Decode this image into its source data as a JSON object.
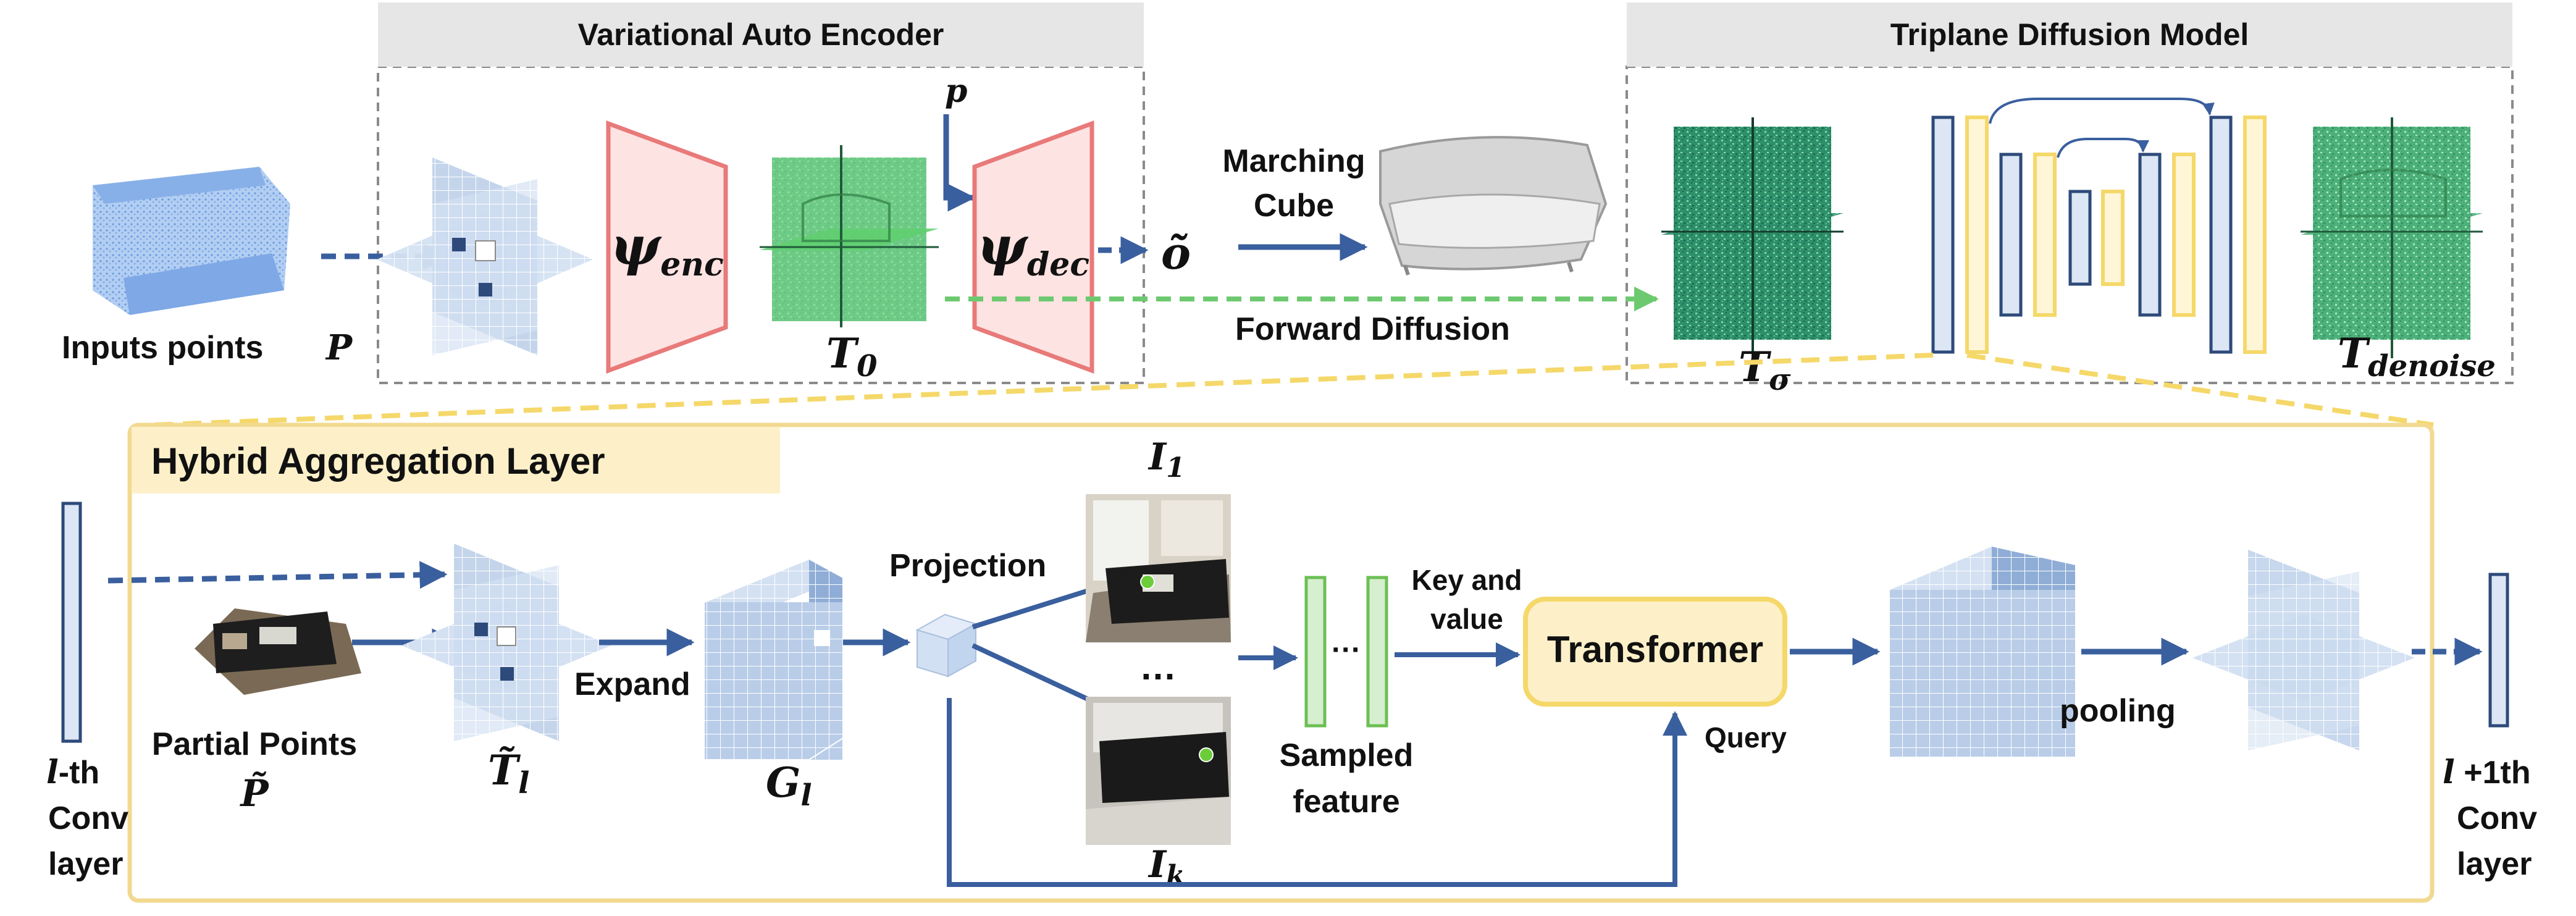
{
  "vae": {
    "title": "Variational Auto Encoder",
    "enc_symbol": "ψ",
    "enc_sub": "enc",
    "dec_symbol": "ψ",
    "dec_sub": "dec",
    "query_point": "p",
    "latent_symbol": "T",
    "latent_sub": "0",
    "output_symbol": "õ"
  },
  "input": {
    "label": "Inputs points",
    "symbol": "P"
  },
  "marching": {
    "line1": "Marching",
    "line2": "Cube"
  },
  "forward_diffusion": "Forward Diffusion",
  "tdm": {
    "title": "Triplane Diffusion Model",
    "noisy_symbol": "T",
    "noisy_sub": "σ",
    "denoise_symbol": "T",
    "denoise_sub": "denoise"
  },
  "hal": {
    "title": "Hybrid Aggregation Layer",
    "conv_in": {
      "line1_symbol": "l",
      "line1_text": "-th",
      "line2": "Conv",
      "line3": "layer"
    },
    "conv_out": {
      "line1_symbol": "l",
      "line1_text": " +1th",
      "line2": "Conv",
      "line3": "layer"
    },
    "partial_label": "Partial Points",
    "partial_symbol": "P̃",
    "triplane_symbol": "T̃",
    "triplane_sub": "l",
    "expand": "Expand",
    "grid_symbol": "G",
    "grid_sub": "l",
    "projection": "Projection",
    "image_first_symbol": "I",
    "image_first_sub": "1",
    "image_last_symbol": "I",
    "image_last_sub": "k",
    "ellipsis": "…",
    "sampled_line1": "Sampled",
    "sampled_line2": "feature",
    "feature_ellipsis": "···",
    "keyvalue_line1": "Key and",
    "keyvalue_line2": "value",
    "transformer": "Transformer",
    "query": "Query",
    "pooling": "pooling"
  },
  "colors": {
    "arrow_blue": "#3a5f9e",
    "encoder_red": "#e87a7a",
    "encoder_fill": "#fde3e1",
    "latent_green": "#5fcf6f",
    "noise_green": "#2e8f6b",
    "bar_blue": "#dce6f4",
    "bar_yellow": "#f5d86a",
    "hal_border": "#f2d990",
    "hal_title_bg": "#fdf0c9",
    "forward_arrow": "#6dc96f",
    "box_gray": "#e6e6e6"
  }
}
